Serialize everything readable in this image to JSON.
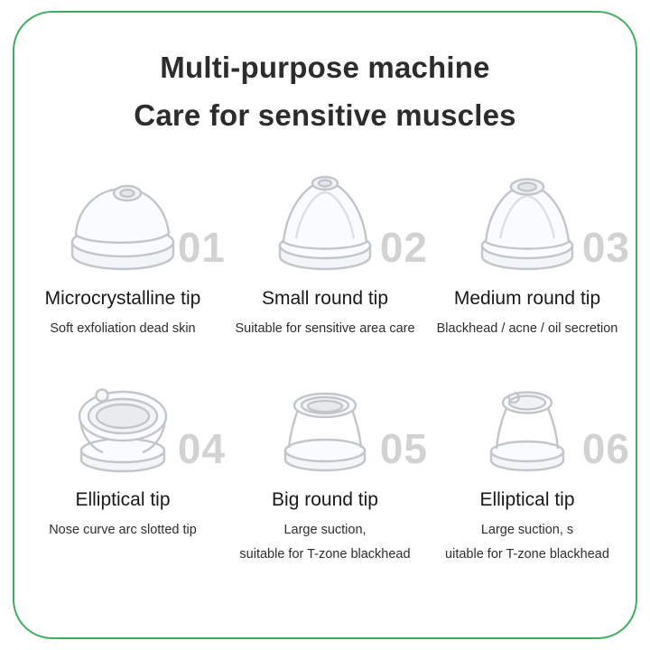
{
  "card": {
    "title_line1": "Multi-purpose machine",
    "title_line2": "Care for sensitive muscles",
    "border_color": "#3fae5e"
  },
  "colors": {
    "accent_green": "#3fae5e",
    "number_gray": "#d2d2d4"
  },
  "items": [
    {
      "number": "01",
      "name": "Microcrystalline tip",
      "desc": "Soft exfoliation dead skin",
      "image": "microcrystalline-tip"
    },
    {
      "number": "02",
      "name": "Small round tip",
      "desc": "Suitable for sensitive area care",
      "image": "small-round-tip"
    },
    {
      "number": "03",
      "name": "Medium round tip",
      "desc": "Blackhead / acne / oil secretion",
      "image": "medium-round-tip"
    },
    {
      "number": "04",
      "name": "Elliptical tip",
      "desc": "Nose curve arc slotted tip",
      "image": "elliptical-tip"
    },
    {
      "number": "05",
      "name": "Big round tip",
      "desc": "Large suction,\nsuitable for T-zone blackhead",
      "image": "big-round-tip"
    },
    {
      "number": "06",
      "name": "Elliptical tip",
      "desc": "Large suction, s\nuitable for T-zone blackhead",
      "image": "elliptical-tip-large"
    }
  ]
}
